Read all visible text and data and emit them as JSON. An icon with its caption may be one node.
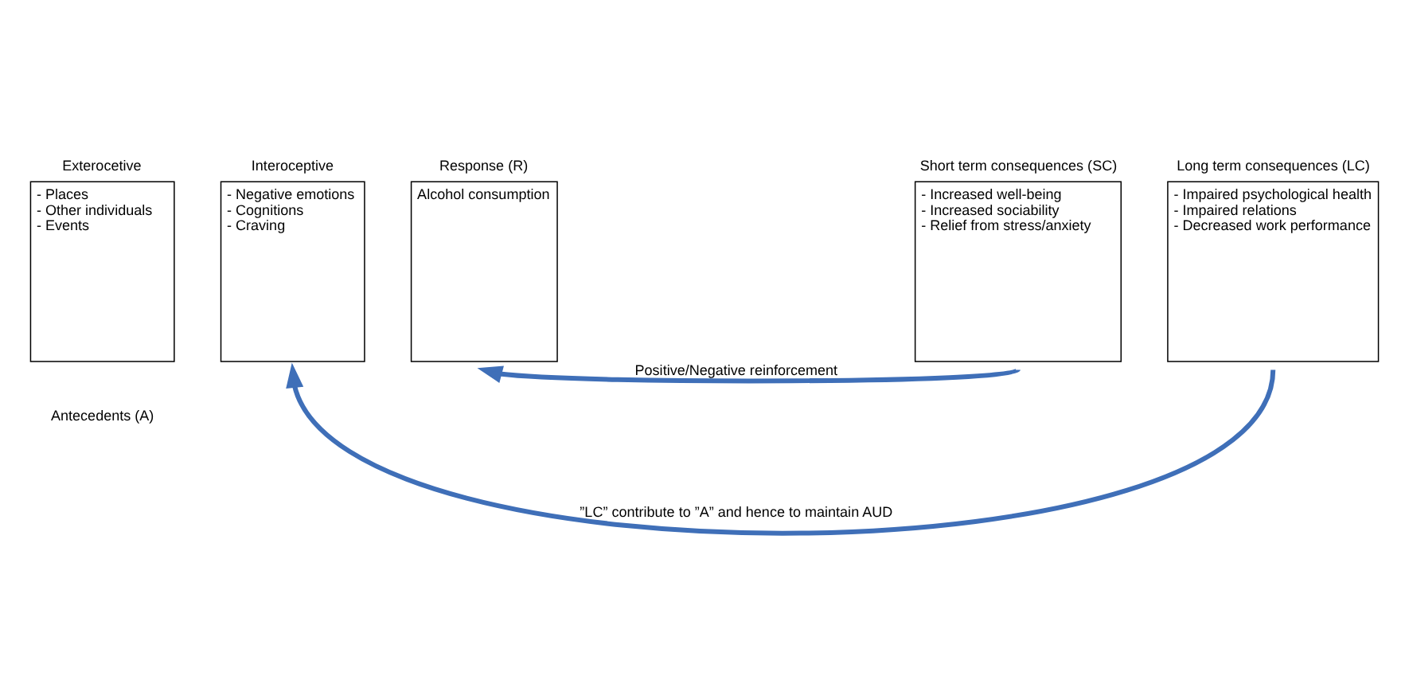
{
  "diagram": {
    "nodes": [
      {
        "text": [
          "Exterocetive",
          "- Places",
          "- Other individuals",
          "- Events"
        ]
      },
      {
        "text": [
          "Interoceptive",
          "- Negative emotions",
          "- Cognitions",
          "- Craving"
        ]
      },
      {
        "text": [
          "Response (R)",
          "Alcohol consumption"
        ]
      },
      {
        "text": [
          "Short term consequences (SC)",
          "- Increased well-being",
          "- Increased sociability",
          "- Relief from stress/anxiety"
        ]
      },
      {
        "text": [
          "Long term consequences (LC)",
          "- Impaired psychological health",
          "- Impaired relations",
          "- Decreased work performance"
        ]
      }
    ],
    "edges": [
      {
        "from": 3,
        "to": 2,
        "arrow": "to",
        "label": "Positive/Negative reinforcement"
      },
      {
        "from": 4,
        "to": 1,
        "arrow": "to",
        "label": "”LC” contribute to ”A” and hence to maintain AUD"
      }
    ],
    "labels": [
      "Antecedents (A)"
    ]
  }
}
